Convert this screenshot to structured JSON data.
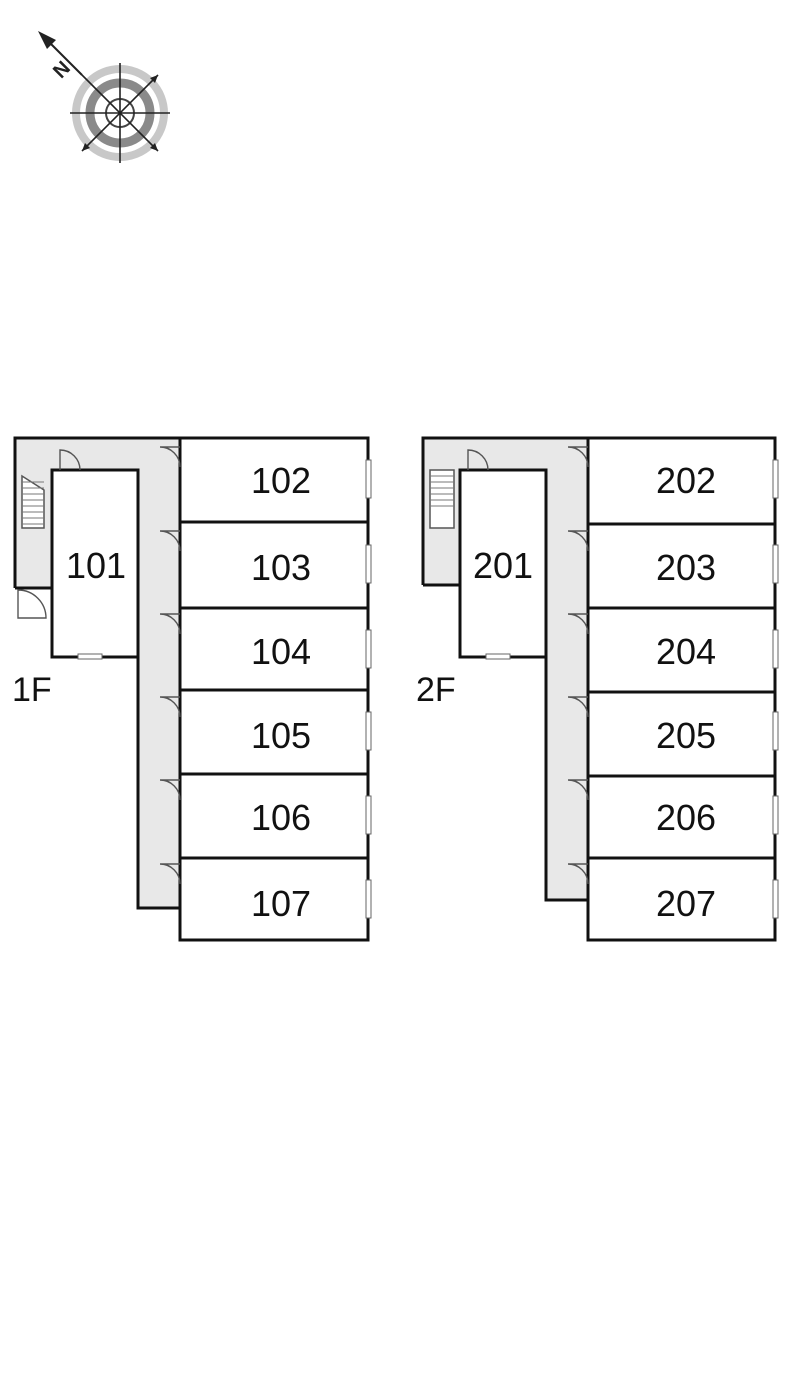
{
  "compass": {
    "north_letter": "N",
    "icon": "compass-rose-icon"
  },
  "floors": [
    {
      "label": "1F",
      "units": [
        "101",
        "102",
        "103",
        "104",
        "105",
        "106",
        "107"
      ]
    },
    {
      "label": "2F",
      "units": [
        "201",
        "202",
        "203",
        "204",
        "205",
        "206",
        "207"
      ]
    }
  ],
  "colors": {
    "wall": "#111111",
    "corridor": "#e8e8e8",
    "door": "#666666"
  }
}
